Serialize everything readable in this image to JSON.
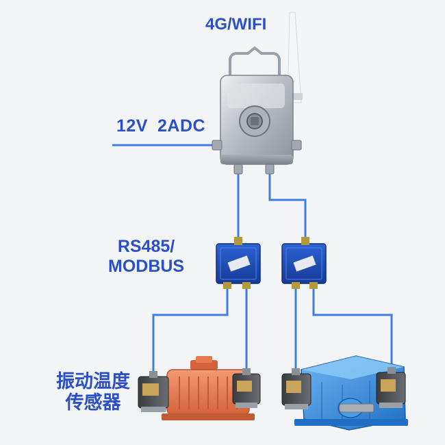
{
  "labels": {
    "wireless": "4G/WIFI",
    "power_a": "12V",
    "power_b": "2ADC",
    "protocol_line1": "RS485/",
    "protocol_line2": "MODBUS",
    "sensor_line1": "振动温度",
    "sensor_line2": "传感器"
  },
  "colors": {
    "label_blue": "#2a4fc9",
    "cable_blue": "#3d7ee0",
    "junction_box_blue": "#1f4fc0",
    "motor_orange": "#e8794d",
    "gearbox_blue": "#2f88d8",
    "steel": "#c9cdd3",
    "background": "#f3f4f6"
  }
}
